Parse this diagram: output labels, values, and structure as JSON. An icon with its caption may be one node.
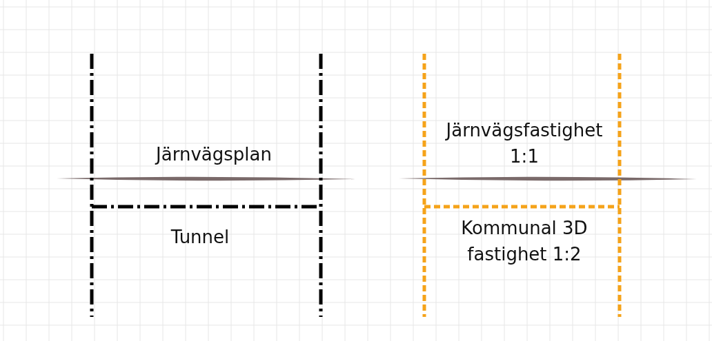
{
  "diagram": {
    "labels": [
      "Järnvägsplan",
      "Tunnel",
      "Järnvägsfastighet 1:1",
      "Kommunal 3D fastighet 1:2"
    ]
  }
}
